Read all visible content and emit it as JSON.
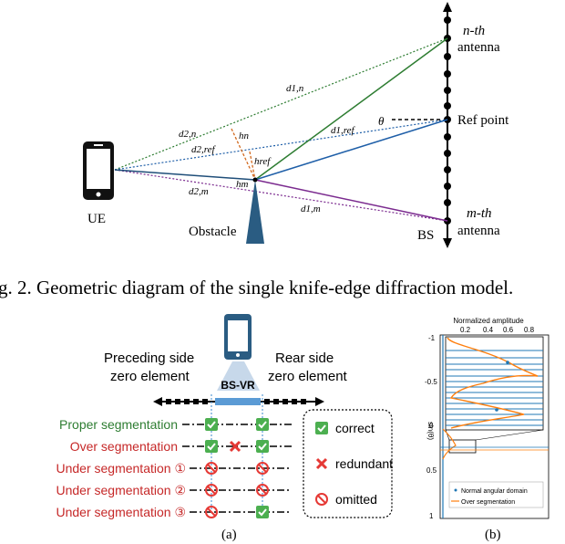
{
  "top_diagram": {
    "labels": {
      "n_antenna_1": "n-th",
      "n_antenna_2": "antenna",
      "ref_point": "Ref point",
      "m_antenna_1": "m-th",
      "m_antenna_2": "antenna",
      "ue": "UE",
      "obstacle": "Obstacle",
      "bs": "BS",
      "theta": "θ",
      "d1n": "d1,n",
      "d2n": "d2,n",
      "d1ref": "d1,ref",
      "d2ref": "d2,ref",
      "d1m": "d1,m",
      "d2m": "d2,m",
      "hn": "hn",
      "href": "href",
      "hm": "hm"
    },
    "caption": "g. 2.  Geometric diagram of the single knife-edge diffraction model."
  },
  "panel_a": {
    "preceding_1": "Preceding side",
    "preceding_2": "zero element",
    "rear_1": "Rear side",
    "rear_2": "zero element",
    "bsvr": "BS-VR",
    "rows": [
      {
        "label": "Proper segmentation",
        "color": "#2e7d32"
      },
      {
        "label": "Over segmentation",
        "color": "#c62828"
      },
      {
        "label": "Under segmentation ①",
        "color": "#c62828"
      },
      {
        "label": "Under segmentation ②",
        "color": "#c62828"
      },
      {
        "label": "Under segmentation ③",
        "color": "#c62828"
      }
    ],
    "legend": {
      "correct": "correct",
      "redundant": "redundant",
      "omitted": "omitted"
    },
    "sublabel": "(a)"
  },
  "panel_b": {
    "top_axis_label": "Normalized amplitude",
    "top_ticks": [
      "0.2",
      "0.4",
      "0.6",
      "0.8"
    ],
    "left_ticks": [
      "-1",
      "-0.5",
      "0",
      "0.5",
      "1"
    ],
    "y_label": "sin(θ)",
    "legend_1": "Normal angular domain",
    "legend_2": "Over segmentation",
    "sublabel": "(b)"
  }
}
